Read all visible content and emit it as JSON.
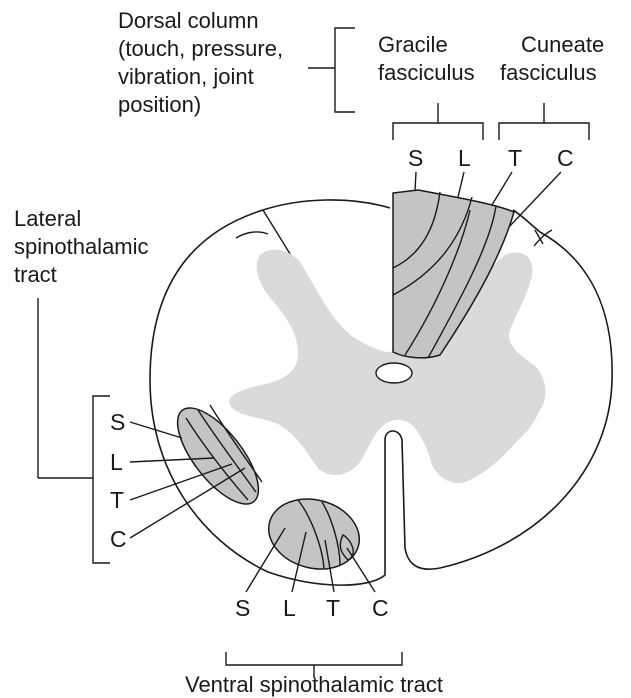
{
  "labels": {
    "dorsal_column": [
      "Dorsal column",
      "(touch, pressure,",
      "vibration, joint",
      "position)"
    ],
    "gracile": [
      "Gracile",
      "fasciculus"
    ],
    "cuneate": [
      "Cuneate",
      "fasciculus"
    ],
    "lateral": [
      "Lateral",
      "spinothalamic",
      "tract"
    ],
    "ventral": "Ventral spinothalamic tract"
  },
  "dorsal_letters": [
    "S",
    "L",
    "T",
    "C"
  ],
  "lateral_letters": [
    "S",
    "L",
    "T",
    "C"
  ],
  "ventral_letters": [
    "S",
    "L",
    "T",
    "C"
  ]
}
